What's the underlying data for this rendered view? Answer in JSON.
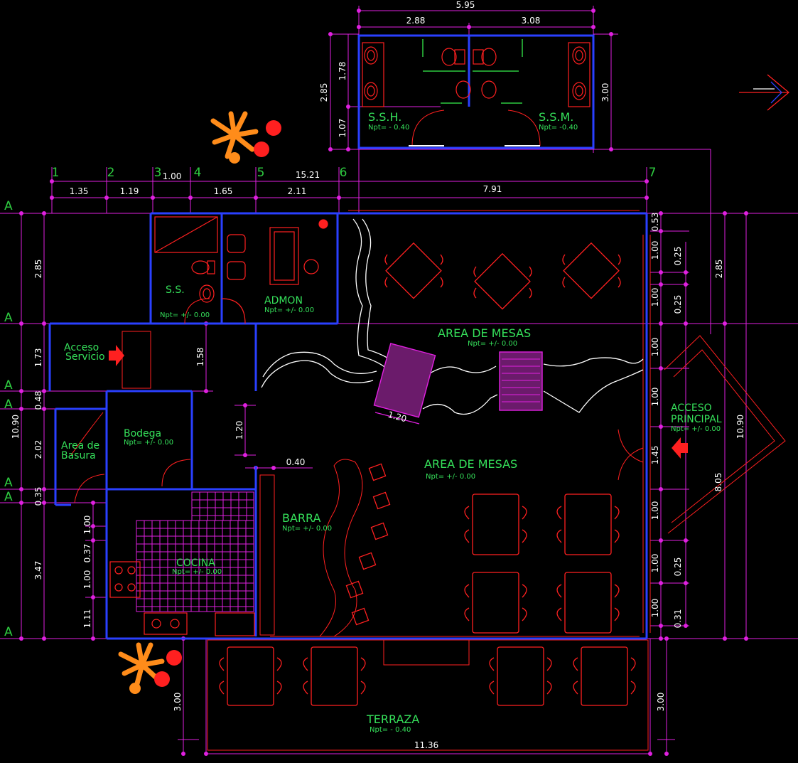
{
  "colors": {
    "background": "#000000",
    "dimension_lines": "#e020e0",
    "furniture": "#ff2020",
    "walls": "#2a40ff",
    "labels": "#35e05a",
    "text": "#ffffff",
    "plants": "#ff8c1a"
  },
  "grid": {
    "columns": [
      "1",
      "2",
      "3",
      "4",
      "5",
      "6",
      "7"
    ],
    "rows": [
      "A",
      "A",
      "A",
      "A",
      "A",
      "A",
      "A"
    ]
  },
  "dimensions": {
    "top_total": "5.95",
    "top_left": "2.88",
    "top_right": "3.08",
    "ssh_left_total": "2.85",
    "ssh_left_upper": "1.78",
    "ssh_left_lower": "1.07",
    "ssh_right": "3.00",
    "main_total": "15.21",
    "col_3_4": "1.00",
    "bays": [
      "1.35",
      "1.19",
      "1.65",
      "2.11",
      "7.91"
    ],
    "left_total": "10.90",
    "left_outer": [
      "2.85",
      "1.73",
      "0.48",
      "2.02",
      "0.35",
      "3.47"
    ],
    "left_inner": [
      "1.00",
      "0.37",
      "1.00",
      "1.11"
    ],
    "corridor": "1.58",
    "passage": "1.20",
    "bar_gap": "0.40",
    "bridge": "1.20",
    "right_windows": [
      "0.53",
      "1.00",
      "0.25",
      "1.00",
      "0.25",
      "1.00",
      "1.00",
      "1.45",
      "1.00",
      "1.00",
      "0.25",
      "1.00",
      "0.31"
    ],
    "right_total": "10.90",
    "right_upper": "2.85",
    "diagonal": "8.05",
    "terraza_width": "11.36",
    "terraza_depth_left": "3.00",
    "terraza_depth_right": "3.00"
  },
  "rooms": {
    "ssh": {
      "name": "S.S.H.",
      "level": "Npt= - 0.40"
    },
    "ssm": {
      "name": "S.S.M.",
      "level": "Npt= -0.40"
    },
    "ss": {
      "name": "S.S.",
      "level": "Npt= +/- 0.00"
    },
    "admon": {
      "name": "ADMON",
      "level": "Npt= +/- 0.00"
    },
    "mesas_top": {
      "name": "AREA DE MESAS",
      "level": "Npt= +/- 0.00"
    },
    "mesas_bottom": {
      "name": "AREA DE MESAS",
      "level": "Npt= +/- 0.00"
    },
    "acceso_servicio": {
      "line1": "Acceso",
      "line2": "Servicio"
    },
    "acceso_principal": {
      "line1": "ACCESO",
      "line2": "PRINCIPAL",
      "level": "Npt= +/- 0.00"
    },
    "bodega": {
      "name": "Bodega",
      "level": "Npt= +/- 0.00"
    },
    "basura": {
      "line1": "Area de",
      "line2": "Basura"
    },
    "barra": {
      "name": "BARRA",
      "level": "Npt= +/- 0.00"
    },
    "cocina": {
      "name": "COCINA",
      "level": "Npt= +/- 0.00"
    },
    "terraza": {
      "name": "TERRAZA",
      "level": "Npt= - 0.40"
    }
  },
  "icons": [
    "north-arrow-icon",
    "plant-icon",
    "entry-arrow-icon",
    "table-set-icon",
    "toilet-icon",
    "sink-icon",
    "stove-icon"
  ]
}
